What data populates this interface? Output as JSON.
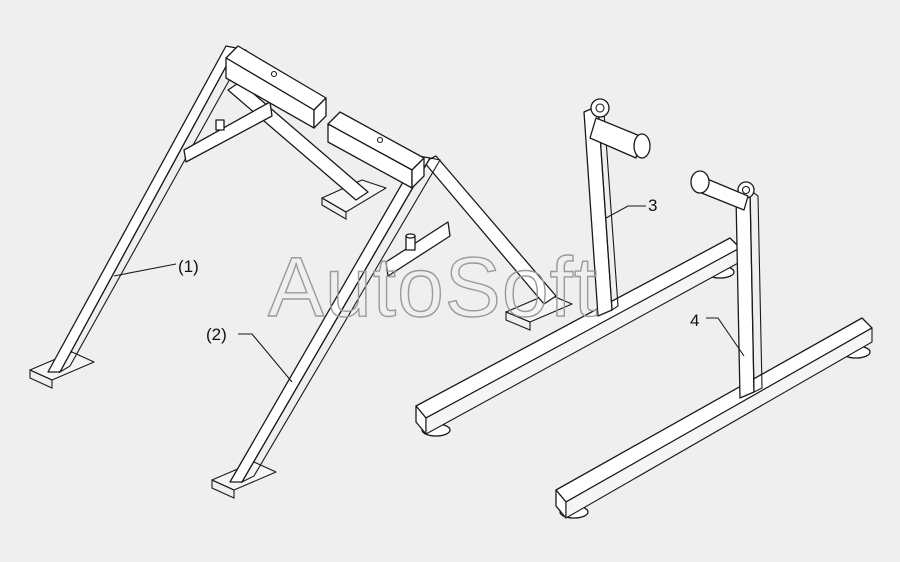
{
  "callouts": {
    "part1": "(1)",
    "part2": "(2)",
    "part3": "3",
    "part4": "4"
  },
  "watermark": "AutoSoft",
  "colors": {
    "background": "#efefef",
    "line": "#1a1a1a",
    "fill": "#ffffff",
    "watermark": "#9a9a9a"
  }
}
